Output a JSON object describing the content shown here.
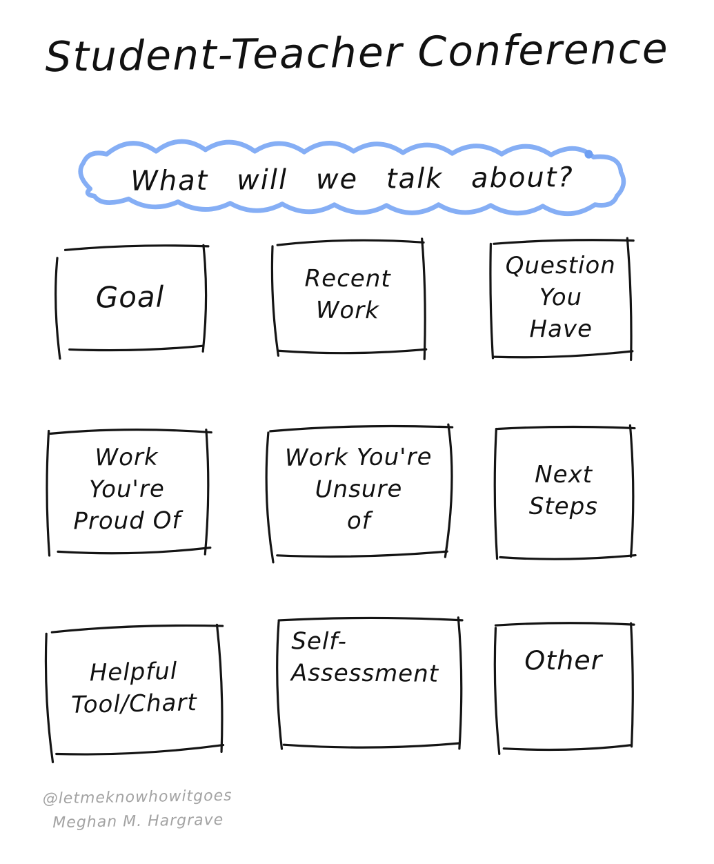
{
  "page": {
    "title": "Student-Teacher Conference"
  },
  "prompt_bubble": {
    "text": "What will we talk about?",
    "stroke_color": "#85aef5"
  },
  "boxes": [
    {
      "id": "goal",
      "label": "Goal"
    },
    {
      "id": "recent",
      "label": "Recent\nWork"
    },
    {
      "id": "question",
      "label": "Question\nYou\nHave"
    },
    {
      "id": "proud",
      "label": "Work\nYou're\nProud Of"
    },
    {
      "id": "unsure",
      "label": "Work You're\nUnsure\nof"
    },
    {
      "id": "next",
      "label": "Next\nSteps"
    },
    {
      "id": "helpful",
      "label": "Helpful\nTool/Chart"
    },
    {
      "id": "self",
      "label": "Self-\nAssessment"
    },
    {
      "id": "other",
      "label": "Other"
    }
  ],
  "credit": {
    "handle": "@letmeknowhowitgoes",
    "author": "Meghan M. Hargrave"
  },
  "colors": {
    "ink": "#141414",
    "cloud_blue": "#85aef5",
    "credit_gray": "#a3a3a3"
  }
}
